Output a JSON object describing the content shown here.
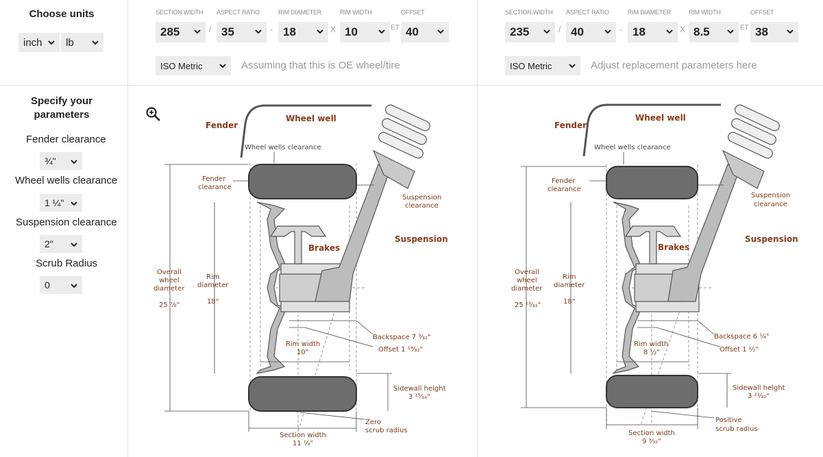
{
  "units": {
    "title": "Choose units",
    "length": "inch",
    "weight": "lb"
  },
  "param_labels": {
    "section_width": "SECTION WIDTH",
    "aspect_ratio": "ASPECT RATIO",
    "rim_diameter": "RIM DIAMETER",
    "rim_width": "RIM WIDTH",
    "offset": "OFFSET",
    "et": "ET",
    "slash": "/",
    "dash": "-",
    "x": "X"
  },
  "left": {
    "section_width": "285",
    "aspect_ratio": "35",
    "rim_diameter": "18",
    "rim_width": "10",
    "offset": "40",
    "standard": "ISO Metric",
    "hint": "Assuming that this is OE wheel/tire",
    "diagram": {
      "fender": "Fender",
      "wheel_well": "Wheel well",
      "wheel_wells_clearance": "Wheel wells clearance",
      "fender_clearance_1": "Fender",
      "fender_clearance_2": "clearance",
      "suspension_clearance_1": "Suspension",
      "suspension_clearance_2": "clearance",
      "suspension": "Suspension",
      "brakes": "Brakes",
      "overall_1": "Overall",
      "overall_2": "wheel",
      "overall_3": "diameter",
      "overall_value": "25 ⅞\"",
      "rim_diameter_1": "Rim",
      "rim_diameter_2": "diameter",
      "rim_diameter_value": "18\"",
      "backspace": "Backspace 7 ³⁄₃₂\"",
      "offset": "Offset 1 ¹⁹⁄₃₂\"",
      "rim_width_label": "Rim width",
      "rim_width_value": "10\"",
      "sidewall_label": "Sidewall height",
      "sidewall_value": "3 ¹⁵⁄₁₆\"",
      "scrub_1": "Zero",
      "scrub_2": "scrub radius",
      "section_width_label": "Section width",
      "section_width_value": "11 ¼\""
    }
  },
  "right": {
    "section_width": "235",
    "aspect_ratio": "40",
    "rim_diameter": "18",
    "rim_width": "8.5",
    "offset": "38",
    "standard": "ISO Metric",
    "hint": "Adjust replacement parameters here",
    "diagram": {
      "fender": "Fender",
      "wheel_well": "Wheel well",
      "wheel_wells_clearance": "Wheel wells clearance",
      "fender_clearance_1": "Fender",
      "fender_clearance_2": "clearance",
      "suspension_clearance_1": "Suspension",
      "suspension_clearance_2": "clearance",
      "suspension": "Suspension",
      "brakes": "Brakes",
      "overall_1": "Overall",
      "overall_2": "wheel",
      "overall_3": "diameter",
      "overall_value": "25 ¹³⁄₃₂\"",
      "rim_diameter_1": "Rim",
      "rim_diameter_2": "diameter",
      "rim_diameter_value": "18\"",
      "backspace": "Backspace 6 ¼\"",
      "offset": "Offset 1 ½\"",
      "rim_width_label": "Rim width",
      "rim_width_value": "8 ½\"",
      "sidewall_label": "Sidewall height",
      "sidewall_value": "3 ²³⁄₃₂\"",
      "scrub_1": "Positive",
      "scrub_2": "scrub radius",
      "section_width_label": "Section width",
      "section_width_value": "9 ⁹⁄₃₂\""
    }
  },
  "specify": {
    "title_1": "Specify your",
    "title_2": "parameters",
    "fender_clearance_label": "Fender clearance",
    "fender_clearance_value": "¾\"",
    "wheel_wells_label": "Wheel wells clearance",
    "wheel_wells_value": "1 ¼\"",
    "suspension_label": "Suspension clearance",
    "suspension_value": "2\"",
    "scrub_label": "Scrub Radius",
    "scrub_value": "0"
  }
}
